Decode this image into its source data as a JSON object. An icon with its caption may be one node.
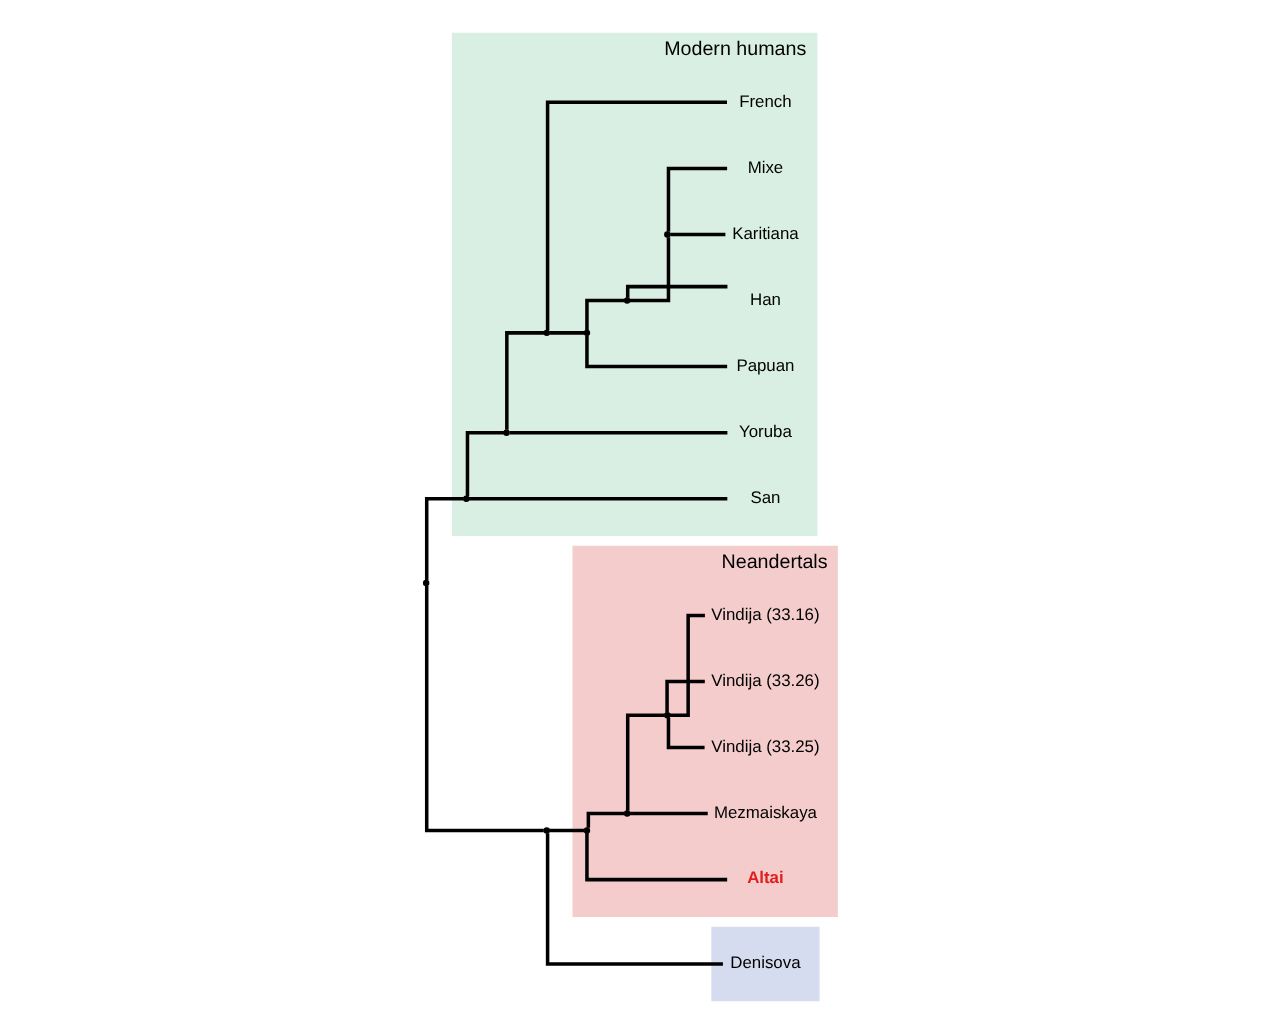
{
  "diagram": {
    "nodes": [
      {
        "text": [],
        "shape": "point"
      },
      {
        "text": [],
        "shape": "point"
      },
      {
        "text": [
          "Neandertals"
        ]
      },
      {
        "text": [],
        "shape": "point",
        "in": 2
      },
      {
        "text": [
          "Altai"
        ],
        "in": 2
      },
      {
        "text": [],
        "shape": "point",
        "in": 2
      },
      {
        "text": [
          "Mezmaiskaya"
        ],
        "in": 2
      },
      {
        "text": [],
        "shape": "point",
        "in": 2
      },
      {
        "text": [
          "Vindija (33.25)"
        ],
        "in": 2
      },
      {
        "text": [
          "Vindija (33.26)"
        ],
        "in": 2
      },
      {
        "text": [
          "Vindija (33.16)"
        ],
        "in": 2
      },
      {
        "text": [],
        "shape": "box"
      },
      {
        "text": [
          "Denisova"
        ],
        "in": 11
      },
      {
        "text": [
          "Modern humans"
        ]
      },
      {
        "text": [],
        "shape": "point",
        "in": 13
      },
      {
        "text": [
          "San"
        ],
        "in": 13
      },
      {
        "text": [],
        "shape": "point",
        "in": 13
      },
      {
        "text": [
          "Yoruba"
        ],
        "in": 13
      },
      {
        "text": [],
        "shape": "point",
        "in": 13
      },
      {
        "text": [],
        "shape": "point",
        "in": 13
      },
      {
        "text": [
          "Papuan"
        ],
        "in": 13
      },
      {
        "text": [],
        "shape": "point",
        "in": 13
      },
      {
        "text": [
          "Han"
        ],
        "in": 13
      },
      {
        "text": [],
        "shape": "point",
        "in": 13
      },
      {
        "text": [
          "Karitiana"
        ],
        "in": 13
      },
      {
        "text": [
          "Mixe"
        ],
        "in": 13
      },
      {
        "text": [
          "French"
        ],
        "in": 13
      }
    ],
    "edges": [
      {
        "from": 0,
        "to": 1,
        "arrow": "none"
      },
      {
        "from": 0,
        "to": 14,
        "arrow": "none"
      },
      {
        "from": 1,
        "to": 3,
        "arrow": "none"
      },
      {
        "from": 1,
        "to": 12,
        "arrow": "none"
      },
      {
        "from": 3,
        "to": 4,
        "arrow": "none"
      },
      {
        "from": 3,
        "to": 5,
        "arrow": "none"
      },
      {
        "from": 5,
        "to": 6,
        "arrow": "none"
      },
      {
        "from": 5,
        "to": 7,
        "arrow": "none"
      },
      {
        "from": 7,
        "to": 8,
        "arrow": "none"
      },
      {
        "from": 7,
        "to": 9,
        "arrow": "none"
      },
      {
        "from": 7,
        "to": 10,
        "arrow": "none"
      },
      {
        "from": 14,
        "to": 15,
        "arrow": "none"
      },
      {
        "from": 14,
        "to": 16,
        "arrow": "none"
      },
      {
        "from": 16,
        "to": 17,
        "arrow": "none"
      },
      {
        "from": 16,
        "to": 18,
        "arrow": "none"
      },
      {
        "from": 18,
        "to": 19,
        "arrow": "none"
      },
      {
        "from": 18,
        "to": 26,
        "arrow": "none"
      },
      {
        "from": 19,
        "to": 20,
        "arrow": "none"
      },
      {
        "from": 19,
        "to": 21,
        "arrow": "none"
      },
      {
        "from": 21,
        "to": 22,
        "arrow": "none"
      },
      {
        "from": 21,
        "to": 23,
        "arrow": "none"
      },
      {
        "from": 23,
        "to": 24,
        "arrow": "none"
      },
      {
        "from": 23,
        "to": 25,
        "arrow": "none"
      }
    ]
  }
}
